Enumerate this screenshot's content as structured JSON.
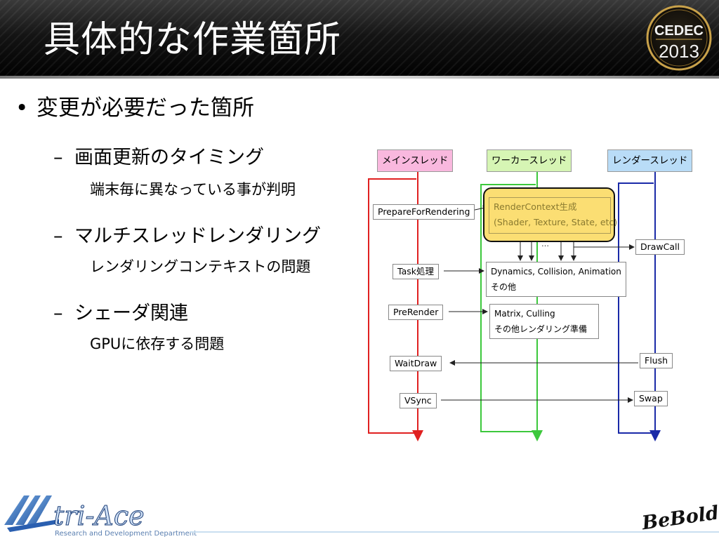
{
  "header": {
    "title": "具体的な作業箇所",
    "logo": {
      "brand": "CEDEC",
      "year": "2013"
    }
  },
  "body": {
    "bullet": "変更が必要だった箇所",
    "items": [
      {
        "label": "画面更新のタイミング",
        "detail": "端末毎に異なっている事が判明"
      },
      {
        "label": "マルチスレッドレンダリング",
        "detail": "レンダリングコンテキストの問題"
      },
      {
        "label": "シェーダ関連",
        "detail": "GPUに依存する問題"
      }
    ]
  },
  "diagram": {
    "threads": {
      "main": "メインスレッド",
      "worker": "ワーカースレッド",
      "render": "レンダースレッド"
    },
    "main_steps": {
      "prepare": "PrepareForRendering",
      "task": "Task処理",
      "prerender": "PreRender",
      "waitdraw": "WaitDraw",
      "vsync": "VSync"
    },
    "worker_steps": {
      "rc_line1": "RenderContext生成",
      "rc_line2": "(Shader, Texture, State, etc)",
      "ellipsis": "…",
      "dyn_line1": "Dynamics, Collision, Animation",
      "dyn_line2": "その他",
      "mat_line1": "Matrix, Culling",
      "mat_line2": "その他レンダリング準備"
    },
    "render_steps": {
      "drawcall": "DrawCall",
      "flush": "Flush",
      "swap": "Swap"
    },
    "colors": {
      "main": "#e02020",
      "worker": "#3cc83c",
      "render": "#1a2aa8"
    }
  },
  "footer": {
    "company": "tri-Ace",
    "department": "Research and Development Department",
    "slogan": "BeBold!"
  }
}
